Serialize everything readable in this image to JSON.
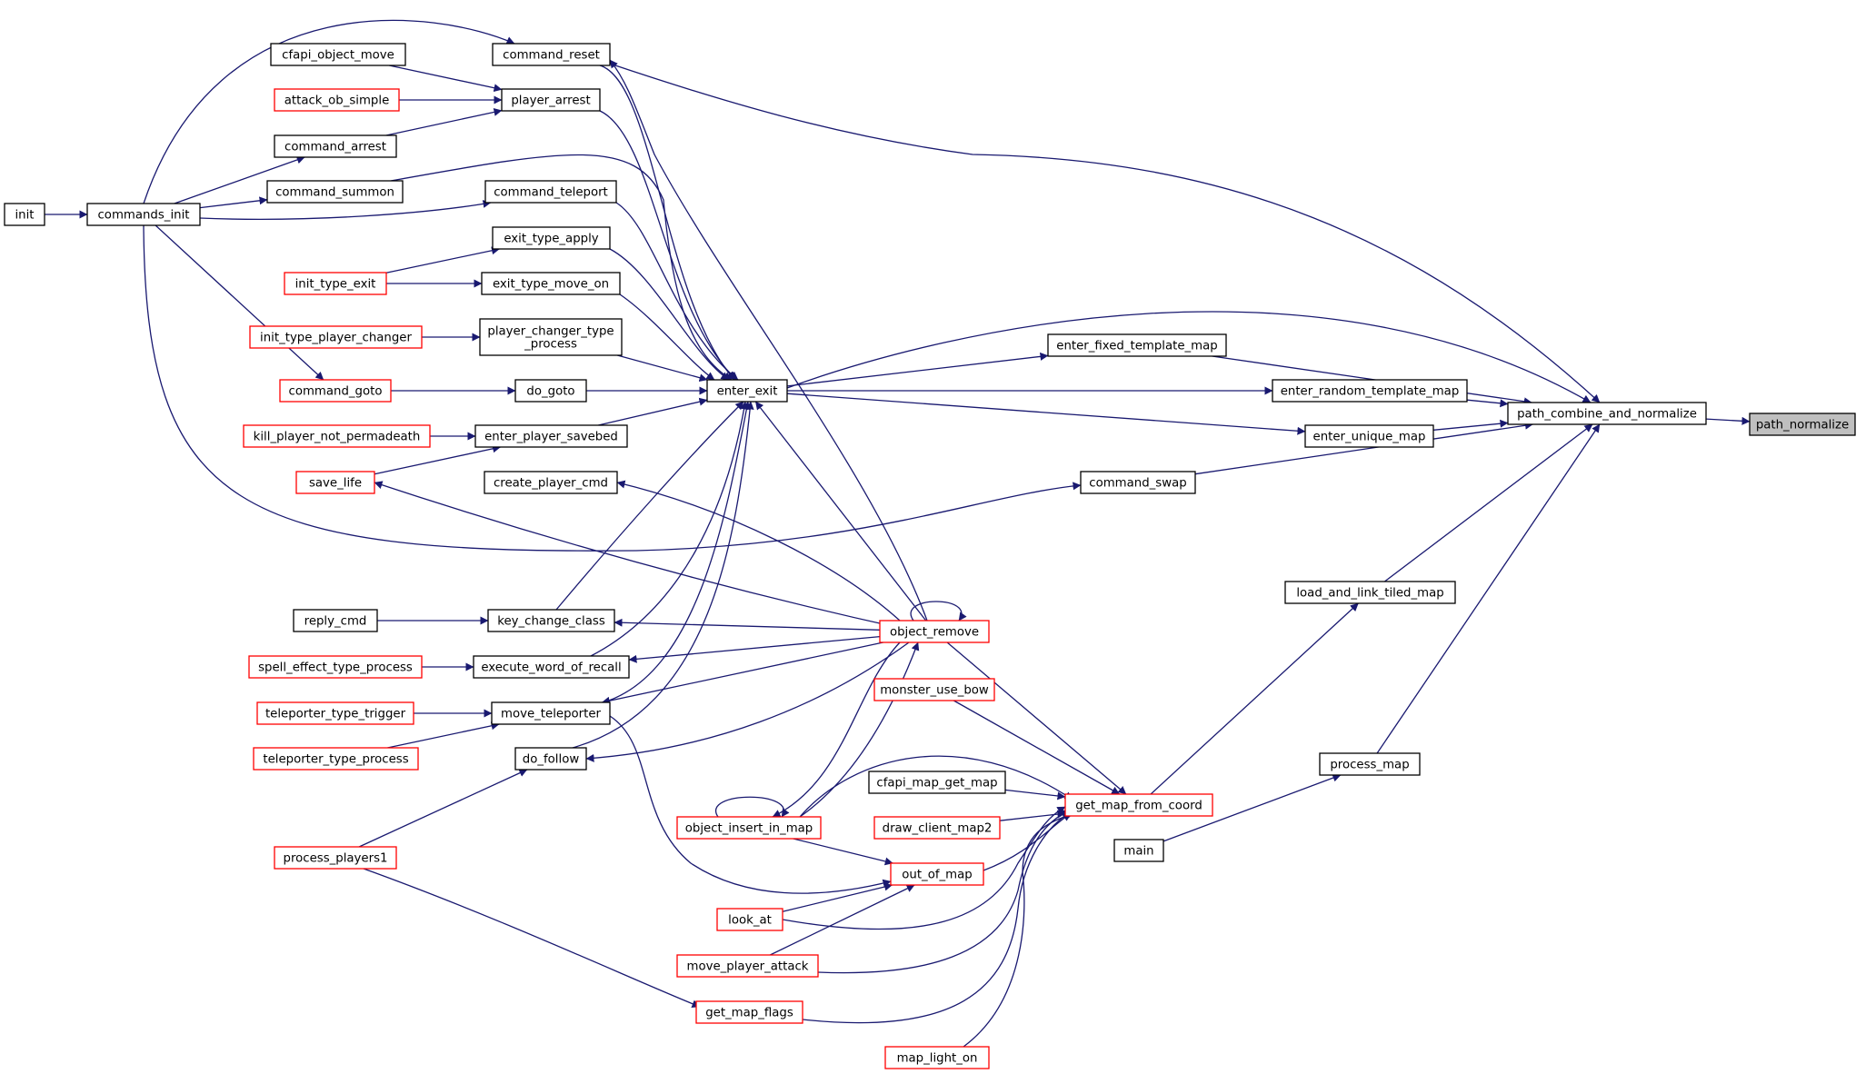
{
  "colors": {
    "edge": "#191970",
    "normal_border": "#000000",
    "truncated_border": "#ff0000",
    "focus_fill": "#bfbfbf",
    "node_fill": "#ffffff"
  },
  "nodes": [
    {
      "id": "path_normalize",
      "label": "path_normalize",
      "kind": "focus"
    },
    {
      "id": "path_combine_and_normalize",
      "label": "path_combine_and_normalize",
      "kind": "normal"
    },
    {
      "id": "enter_fixed_template_map",
      "label": "enter_fixed_template_map",
      "kind": "normal"
    },
    {
      "id": "enter_random_template_map",
      "label": "enter_random_template_map",
      "kind": "normal"
    },
    {
      "id": "enter_unique_map",
      "label": "enter_unique_map",
      "kind": "normal"
    },
    {
      "id": "command_swap",
      "label": "command_swap",
      "kind": "normal"
    },
    {
      "id": "load_and_link_tiled_map",
      "label": "load_and_link_tiled_map",
      "kind": "normal"
    },
    {
      "id": "process_map",
      "label": "process_map",
      "kind": "normal"
    },
    {
      "id": "main",
      "label": "main",
      "kind": "normal"
    },
    {
      "id": "get_map_from_coord",
      "label": "get_map_from_coord",
      "kind": "truncated"
    },
    {
      "id": "object_remove",
      "label": "object_remove",
      "kind": "truncated"
    },
    {
      "id": "monster_use_bow",
      "label": "monster_use_bow",
      "kind": "truncated"
    },
    {
      "id": "cfapi_map_get_map",
      "label": "cfapi_map_get_map",
      "kind": "normal"
    },
    {
      "id": "draw_client_map2",
      "label": "draw_client_map2",
      "kind": "truncated"
    },
    {
      "id": "out_of_map",
      "label": "out_of_map",
      "kind": "truncated"
    },
    {
      "id": "map_light_on",
      "label": "map_light_on",
      "kind": "truncated"
    },
    {
      "id": "enter_exit",
      "label": "enter_exit",
      "kind": "normal"
    },
    {
      "id": "command_reset",
      "label": "command_reset",
      "kind": "normal"
    },
    {
      "id": "player_arrest",
      "label": "player_arrest",
      "kind": "normal"
    },
    {
      "id": "command_teleport",
      "label": "command_teleport",
      "kind": "normal"
    },
    {
      "id": "exit_type_apply",
      "label": "exit_type_apply",
      "kind": "normal"
    },
    {
      "id": "exit_type_move_on",
      "label": "exit_type_move_on",
      "kind": "normal"
    },
    {
      "id": "player_changer_type_process",
      "label": "player_changer_type\n_process",
      "kind": "normal"
    },
    {
      "id": "do_goto",
      "label": "do_goto",
      "kind": "normal"
    },
    {
      "id": "enter_player_savebed",
      "label": "enter_player_savebed",
      "kind": "normal"
    },
    {
      "id": "create_player_cmd",
      "label": "create_player_cmd",
      "kind": "normal"
    },
    {
      "id": "key_change_class",
      "label": "key_change_class",
      "kind": "normal"
    },
    {
      "id": "execute_word_of_recall",
      "label": "execute_word_of_recall",
      "kind": "normal"
    },
    {
      "id": "move_teleporter",
      "label": "move_teleporter",
      "kind": "normal"
    },
    {
      "id": "do_follow",
      "label": "do_follow",
      "kind": "normal"
    },
    {
      "id": "object_insert_in_map",
      "label": "object_insert_in_map",
      "kind": "truncated"
    },
    {
      "id": "look_at",
      "label": "look_at",
      "kind": "truncated"
    },
    {
      "id": "move_player_attack",
      "label": "move_player_attack",
      "kind": "truncated"
    },
    {
      "id": "get_map_flags",
      "label": "get_map_flags",
      "kind": "truncated"
    },
    {
      "id": "cfapi_object_move",
      "label": "cfapi_object_move",
      "kind": "normal"
    },
    {
      "id": "attack_ob_simple",
      "label": "attack_ob_simple",
      "kind": "truncated"
    },
    {
      "id": "command_arrest",
      "label": "command_arrest",
      "kind": "normal"
    },
    {
      "id": "command_summon",
      "label": "command_summon",
      "kind": "normal"
    },
    {
      "id": "commands_init",
      "label": "commands_init",
      "kind": "normal"
    },
    {
      "id": "init",
      "label": "init",
      "kind": "normal"
    },
    {
      "id": "init_type_exit",
      "label": "init_type_exit",
      "kind": "truncated"
    },
    {
      "id": "init_type_player_changer",
      "label": "init_type_player_changer",
      "kind": "truncated"
    },
    {
      "id": "command_goto",
      "label": "command_goto",
      "kind": "truncated"
    },
    {
      "id": "kill_player_not_permadeath",
      "label": "kill_player_not_permadeath",
      "kind": "truncated"
    },
    {
      "id": "save_life",
      "label": "save_life",
      "kind": "truncated"
    },
    {
      "id": "reply_cmd",
      "label": "reply_cmd",
      "kind": "normal"
    },
    {
      "id": "spell_effect_type_process",
      "label": "spell_effect_type_process",
      "kind": "truncated"
    },
    {
      "id": "teleporter_type_trigger",
      "label": "teleporter_type_trigger",
      "kind": "truncated"
    },
    {
      "id": "teleporter_type_process",
      "label": "teleporter_type_process",
      "kind": "truncated"
    },
    {
      "id": "process_players1",
      "label": "process_players1",
      "kind": "truncated"
    }
  ],
  "edges": [
    {
      "from": "path_combine_and_normalize",
      "to": "path_normalize"
    },
    {
      "from": "enter_fixed_template_map",
      "to": "path_combine_and_normalize"
    },
    {
      "from": "enter_random_template_map",
      "to": "path_combine_and_normalize"
    },
    {
      "from": "enter_unique_map",
      "to": "path_combine_and_normalize"
    },
    {
      "from": "command_swap",
      "to": "path_combine_and_normalize"
    },
    {
      "from": "load_and_link_tiled_map",
      "to": "path_combine_and_normalize"
    },
    {
      "from": "process_map",
      "to": "path_combine_and_normalize"
    },
    {
      "from": "enter_exit",
      "to": "path_combine_and_normalize"
    },
    {
      "from": "command_reset",
      "to": "path_combine_and_normalize"
    },
    {
      "from": "enter_exit",
      "to": "enter_fixed_template_map"
    },
    {
      "from": "enter_exit",
      "to": "enter_random_template_map"
    },
    {
      "from": "enter_exit",
      "to": "enter_unique_map"
    },
    {
      "from": "commands_init",
      "to": "command_swap"
    },
    {
      "from": "get_map_from_coord",
      "to": "load_and_link_tiled_map"
    },
    {
      "from": "main",
      "to": "process_map"
    },
    {
      "from": "object_remove",
      "to": "get_map_from_coord"
    },
    {
      "from": "monster_use_bow",
      "to": "get_map_from_coord"
    },
    {
      "from": "cfapi_map_get_map",
      "to": "get_map_from_coord"
    },
    {
      "from": "draw_client_map2",
      "to": "get_map_from_coord"
    },
    {
      "from": "out_of_map",
      "to": "get_map_from_coord"
    },
    {
      "from": "map_light_on",
      "to": "get_map_from_coord"
    },
    {
      "from": "object_insert_in_map",
      "to": "get_map_from_coord"
    },
    {
      "from": "look_at",
      "to": "get_map_from_coord"
    },
    {
      "from": "move_player_attack",
      "to": "get_map_from_coord"
    },
    {
      "from": "get_map_flags",
      "to": "get_map_from_coord"
    },
    {
      "from": "object_remove",
      "to": "object_remove"
    },
    {
      "from": "object_remove",
      "to": "enter_exit"
    },
    {
      "from": "object_remove",
      "to": "command_reset"
    },
    {
      "from": "object_remove",
      "to": "key_change_class"
    },
    {
      "from": "object_remove",
      "to": "execute_word_of_recall"
    },
    {
      "from": "object_remove",
      "to": "move_teleporter"
    },
    {
      "from": "object_remove",
      "to": "do_follow"
    },
    {
      "from": "object_remove",
      "to": "create_player_cmd"
    },
    {
      "from": "object_remove",
      "to": "save_life"
    },
    {
      "from": "object_remove",
      "to": "object_insert_in_map"
    },
    {
      "from": "object_insert_in_map",
      "to": "object_remove"
    },
    {
      "from": "object_insert_in_map",
      "to": "object_insert_in_map"
    },
    {
      "from": "object_insert_in_map",
      "to": "out_of_map"
    },
    {
      "from": "look_at",
      "to": "out_of_map"
    },
    {
      "from": "move_player_attack",
      "to": "out_of_map"
    },
    {
      "from": "move_teleporter",
      "to": "out_of_map"
    },
    {
      "from": "command_reset",
      "to": "enter_exit"
    },
    {
      "from": "player_arrest",
      "to": "enter_exit"
    },
    {
      "from": "command_teleport",
      "to": "enter_exit"
    },
    {
      "from": "exit_type_apply",
      "to": "enter_exit"
    },
    {
      "from": "exit_type_move_on",
      "to": "enter_exit"
    },
    {
      "from": "player_changer_type_process",
      "to": "enter_exit"
    },
    {
      "from": "do_goto",
      "to": "enter_exit"
    },
    {
      "from": "enter_player_savebed",
      "to": "enter_exit"
    },
    {
      "from": "key_change_class",
      "to": "enter_exit"
    },
    {
      "from": "execute_word_of_recall",
      "to": "enter_exit"
    },
    {
      "from": "move_teleporter",
      "to": "enter_exit"
    },
    {
      "from": "do_follow",
      "to": "enter_exit"
    },
    {
      "from": "commands_init",
      "to": "command_reset"
    },
    {
      "from": "cfapi_object_move",
      "to": "player_arrest"
    },
    {
      "from": "attack_ob_simple",
      "to": "player_arrest"
    },
    {
      "from": "command_arrest",
      "to": "player_arrest"
    },
    {
      "from": "commands_init",
      "to": "command_arrest"
    },
    {
      "from": "commands_init",
      "to": "command_summon"
    },
    {
      "from": "commands_init",
      "to": "command_teleport"
    },
    {
      "from": "command_summon",
      "to": "enter_exit"
    },
    {
      "from": "init",
      "to": "commands_init"
    },
    {
      "from": "commands_init",
      "to": "command_goto"
    },
    {
      "from": "init_type_exit",
      "to": "exit_type_apply"
    },
    {
      "from": "init_type_exit",
      "to": "exit_type_move_on"
    },
    {
      "from": "init_type_player_changer",
      "to": "player_changer_type_process"
    },
    {
      "from": "command_goto",
      "to": "do_goto"
    },
    {
      "from": "kill_player_not_permadeath",
      "to": "enter_player_savebed"
    },
    {
      "from": "save_life",
      "to": "enter_player_savebed"
    },
    {
      "from": "reply_cmd",
      "to": "key_change_class"
    },
    {
      "from": "spell_effect_type_process",
      "to": "execute_word_of_recall"
    },
    {
      "from": "teleporter_type_trigger",
      "to": "move_teleporter"
    },
    {
      "from": "teleporter_type_process",
      "to": "move_teleporter"
    },
    {
      "from": "process_players1",
      "to": "do_follow"
    },
    {
      "from": "process_players1",
      "to": "get_map_flags"
    }
  ]
}
